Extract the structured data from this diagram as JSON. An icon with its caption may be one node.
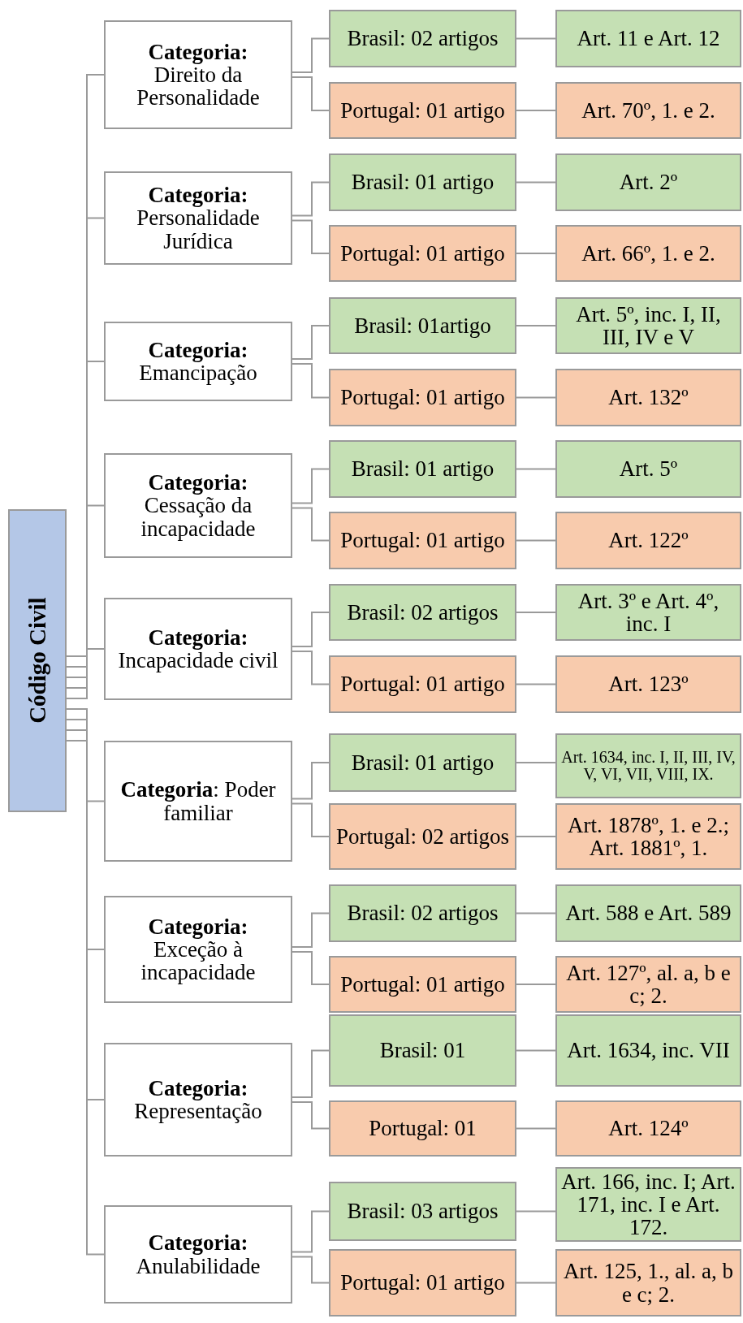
{
  "diagram": {
    "nodes": [
      {
        "text": [
          "Código Civil"
        ]
      },
      {
        "text": [
          "Categoria:",
          "Direito da Personalidade"
        ]
      },
      {
        "text": [
          "Brasil: 02 artigos"
        ]
      },
      {
        "text": [
          "Art. 11 e Art. 12"
        ]
      },
      {
        "text": [
          "Portugal: 01 artigo"
        ]
      },
      {
        "text": [
          "Art. 70º, 1. e 2."
        ]
      },
      {
        "text": [
          "Categoria:",
          "Personalidade Jurídica"
        ]
      },
      {
        "text": [
          "Brasil: 01 artigo"
        ]
      },
      {
        "text": [
          "Art. 2º"
        ]
      },
      {
        "text": [
          "Portugal: 01 artigo"
        ]
      },
      {
        "text": [
          "Art. 66º, 1. e 2."
        ]
      },
      {
        "text": [
          "Categoria:",
          "Emancipação"
        ]
      },
      {
        "text": [
          "Brasil: 01artigo"
        ]
      },
      {
        "text": [
          "Art. 5º, inc. I, II, III, IV e V"
        ]
      },
      {
        "text": [
          "Portugal: 01 artigo"
        ]
      },
      {
        "text": [
          "Art. 132º"
        ]
      },
      {
        "text": [
          "Categoria:",
          "Cessação da incapacidade"
        ]
      },
      {
        "text": [
          "Brasil: 01 artigo"
        ]
      },
      {
        "text": [
          "Art. 5º"
        ]
      },
      {
        "text": [
          "Portugal: 01 artigo"
        ]
      },
      {
        "text": [
          "Art. 122º"
        ]
      },
      {
        "text": [
          "Categoria:",
          "Incapacidade civil"
        ]
      },
      {
        "text": [
          "Brasil: 02 artigos"
        ]
      },
      {
        "text": [
          "Art. 3º e Art. 4º, inc. I"
        ]
      },
      {
        "text": [
          "Portugal: 01 artigo"
        ]
      },
      {
        "text": [
          "Art. 123º"
        ]
      },
      {
        "text": [
          "**Categoria**: Poder familiar"
        ]
      },
      {
        "text": [
          "Brasil: 01 artigo"
        ]
      },
      {
        "text": [
          "Art. 1634, inc. I, II, III, IV, V, VI, VII, VIII, IX."
        ]
      },
      {
        "text": [
          "Portugal: 02 artigos"
        ]
      },
      {
        "text": [
          "Art. 1878º, 1. e 2.; Art. 1881º, 1."
        ]
      },
      {
        "text": [
          "Categoria:",
          "Exceção à incapacidade"
        ]
      },
      {
        "text": [
          "Brasil: 02 artigos"
        ]
      },
      {
        "text": [
          "Art. 588 e Art. 589"
        ]
      },
      {
        "text": [
          "Portugal: 01 artigo"
        ]
      },
      {
        "text": [
          "Art. 127º, al. a, b e c; 2."
        ]
      },
      {
        "text": [
          "Categoria:",
          "Representação"
        ]
      },
      {
        "text": [
          "Brasil: 01"
        ]
      },
      {
        "text": [
          "Art. 1634, inc. VII"
        ]
      },
      {
        "text": [
          "Portugal: 01"
        ]
      },
      {
        "text": [
          "Art. 124º"
        ]
      },
      {
        "text": [
          "Categoria:",
          "Anulabilidade"
        ]
      },
      {
        "text": [
          "Brasil: 03 artigos"
        ]
      },
      {
        "text": [
          "Art. 166, inc. I; Art. 171, inc. I e Art. 172."
        ]
      },
      {
        "text": [
          "Portugal: 01 artigo"
        ]
      },
      {
        "text": [
          "Art. 125, 1., al. a, b e c; 2."
        ]
      }
    ],
    "edges": [
      {
        "from": 0,
        "to": 1,
        "arrow": "none"
      },
      {
        "from": 1,
        "to": 2,
        "arrow": "none"
      },
      {
        "from": 2,
        "to": 3,
        "arrow": "none"
      },
      {
        "from": 1,
        "to": 4,
        "arrow": "none"
      },
      {
        "from": 4,
        "to": 5,
        "arrow": "none"
      },
      {
        "from": 0,
        "to": 6,
        "arrow": "none"
      },
      {
        "from": 6,
        "to": 7,
        "arrow": "none"
      },
      {
        "from": 7,
        "to": 8,
        "arrow": "none"
      },
      {
        "from": 6,
        "to": 9,
        "arrow": "none"
      },
      {
        "from": 9,
        "to": 10,
        "arrow": "none"
      },
      {
        "from": 0,
        "to": 11,
        "arrow": "none"
      },
      {
        "from": 11,
        "to": 12,
        "arrow": "none"
      },
      {
        "from": 12,
        "to": 13,
        "arrow": "none"
      },
      {
        "from": 11,
        "to": 14,
        "arrow": "none"
      },
      {
        "from": 14,
        "to": 15,
        "arrow": "none"
      },
      {
        "from": 0,
        "to": 16,
        "arrow": "none"
      },
      {
        "from": 16,
        "to": 17,
        "arrow": "none"
      },
      {
        "from": 17,
        "to": 18,
        "arrow": "none"
      },
      {
        "from": 16,
        "to": 19,
        "arrow": "none"
      },
      {
        "from": 19,
        "to": 20,
        "arrow": "none"
      },
      {
        "from": 0,
        "to": 21,
        "arrow": "none"
      },
      {
        "from": 21,
        "to": 22,
        "arrow": "none"
      },
      {
        "from": 22,
        "to": 23,
        "arrow": "none"
      },
      {
        "from": 21,
        "to": 24,
        "arrow": "none"
      },
      {
        "from": 24,
        "to": 25,
        "arrow": "none"
      },
      {
        "from": 0,
        "to": 26,
        "arrow": "none"
      },
      {
        "from": 26,
        "to": 27,
        "arrow": "none"
      },
      {
        "from": 27,
        "to": 28,
        "arrow": "none"
      },
      {
        "from": 26,
        "to": 29,
        "arrow": "none"
      },
      {
        "from": 29,
        "to": 30,
        "arrow": "none"
      },
      {
        "from": 0,
        "to": 31,
        "arrow": "none"
      },
      {
        "from": 31,
        "to": 32,
        "arrow": "none"
      },
      {
        "from": 32,
        "to": 33,
        "arrow": "none"
      },
      {
        "from": 31,
        "to": 34,
        "arrow": "none"
      },
      {
        "from": 34,
        "to": 35,
        "arrow": "none"
      },
      {
        "from": 0,
        "to": 36,
        "arrow": "none"
      },
      {
        "from": 36,
        "to": 37,
        "arrow": "none"
      },
      {
        "from": 37,
        "to": 38,
        "arrow": "none"
      },
      {
        "from": 36,
        "to": 39,
        "arrow": "none"
      },
      {
        "from": 39,
        "to": 40,
        "arrow": "none"
      },
      {
        "from": 0,
        "to": 41,
        "arrow": "none"
      },
      {
        "from": 41,
        "to": 42,
        "arrow": "none"
      },
      {
        "from": 42,
        "to": 43,
        "arrow": "none"
      },
      {
        "from": 41,
        "to": 44,
        "arrow": "none"
      },
      {
        "from": 44,
        "to": 45,
        "arrow": "none"
      }
    ]
  }
}
